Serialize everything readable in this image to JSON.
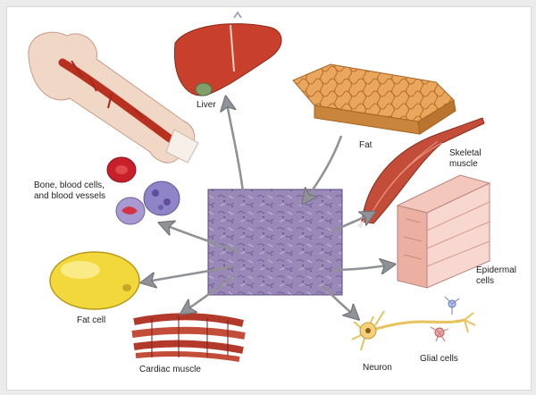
{
  "labels": {
    "liver": "Liver",
    "fat": "Fat",
    "skeletal_muscle": "Skeletal\nmuscle",
    "bone": "Bone, blood cells,\nand blood vessels",
    "epidermal": "Epidermal\ncells",
    "fat_cell": "Fat cell",
    "cardiac_muscle": "Cardiac muscle",
    "neuron": "Neuron",
    "glial": "Glial cells"
  },
  "colors": {
    "tissue_center": "#9a88b8",
    "arrow": "#8f9296",
    "liver": "#c8402c",
    "fat": "#e8a55a",
    "muscle": "#c44d3a",
    "fat_cell": "#f2d83a",
    "neuron": "#f3d27a"
  }
}
